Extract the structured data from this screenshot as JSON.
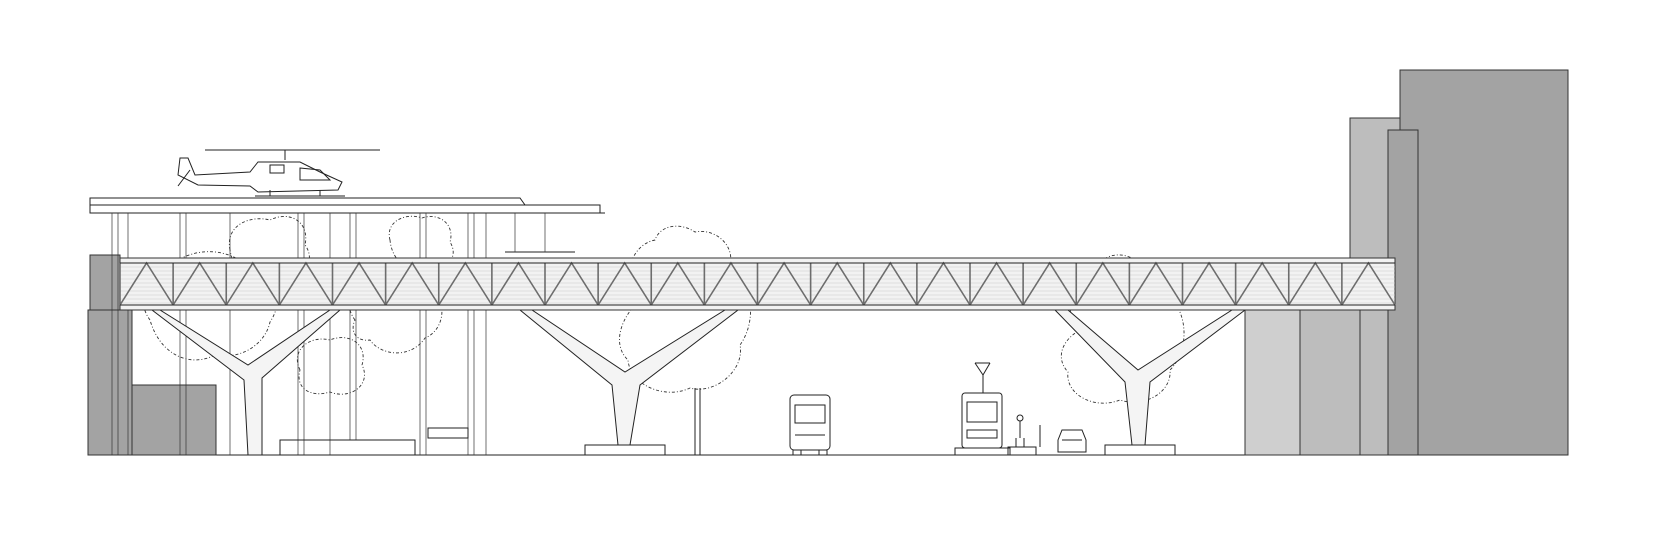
{
  "drawing": {
    "type": "elevation",
    "subject": "pedestrian-bridge-with-tree-shaped-piers",
    "elements": [
      "helicopter",
      "heliport-roof",
      "truss-bridge",
      "tree-piers",
      "trees",
      "bus",
      "tram",
      "pedestrian",
      "car",
      "buildings"
    ],
    "colors": {
      "line": "#222222",
      "building_dark": "#a3a3a3",
      "building_mid": "#bdbdbd",
      "building_light": "#cfcfcf",
      "truss": "#f2f2f2"
    },
    "truss_panels": 24
  }
}
